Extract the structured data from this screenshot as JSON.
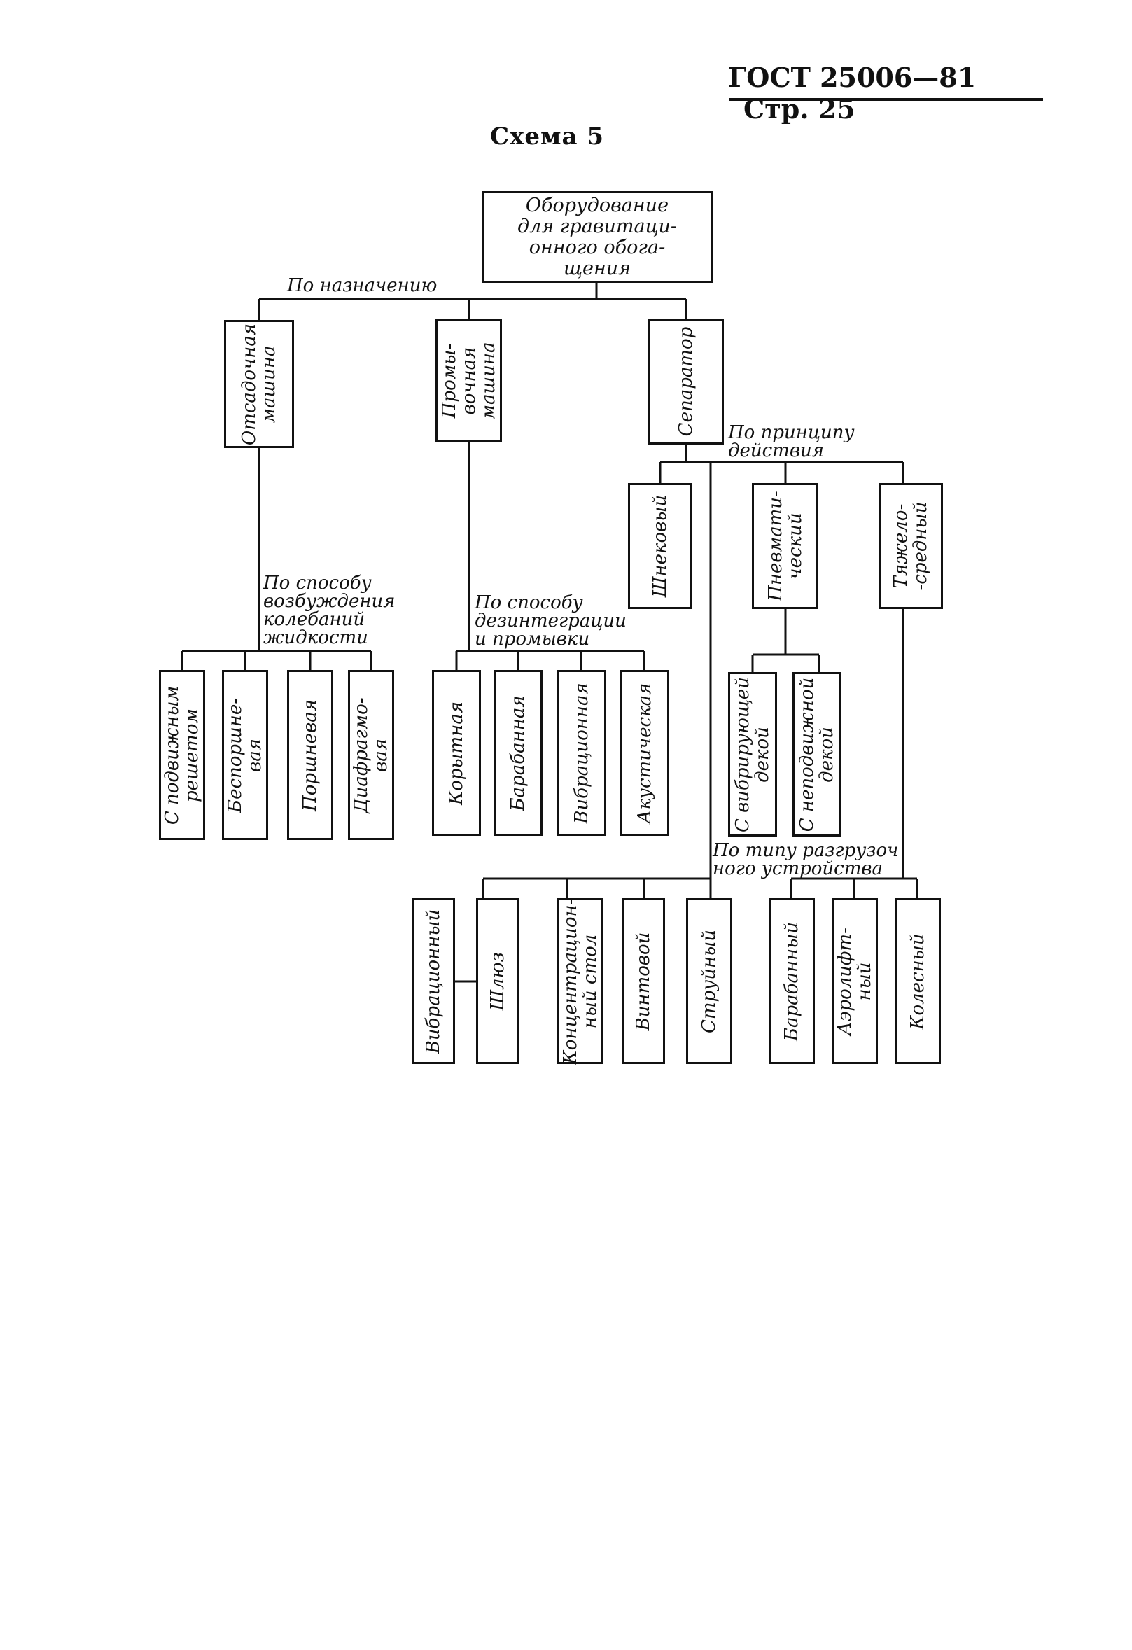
{
  "header": {
    "standard": "ГОСТ 25006—81",
    "page": "Стр. 25"
  },
  "scheme_title": "Схема 5",
  "root": "Оборудование\nдля гравитаци-\nонного обога-\nщения",
  "criteria": {
    "by_purpose": "По назначению",
    "by_action": "По принципу\nдействия",
    "by_excitation": "По способу\nвозбуждения\nколебаний\nжидкости",
    "by_disintegration": "По способу\nдезинтеграции\nи промывки",
    "by_unloading": "По типу разгрузоч\nного устройства"
  },
  "level1": {
    "jig": "Отсадочная\nмашина",
    "washer": "Промы-\nвочная\nмашина",
    "separator": "Сепаратор"
  },
  "separator_types": {
    "screw": "Шнековый",
    "pneumatic": "Пневмати-\nческий",
    "heavy_media": "Тяжело-\n-средный"
  },
  "jig_types": [
    "С подвижным\nрешетом",
    "Беспоршне-\nвая",
    "Поршневая",
    "Диафрагмо-\nвая"
  ],
  "washer_types": [
    "Корытная",
    "Барабанная",
    "Вибрационная",
    "Акустическая"
  ],
  "pneumatic_types": [
    "С вибрирующей\nдекой",
    "С неподвижной\nдекой"
  ],
  "bottom_left": [
    "Вибрационный",
    "Шлюз",
    "Концентрацион-\nный стол",
    "Винтовой",
    "Струйный"
  ],
  "unloading_types": [
    "Барабанный",
    "Аэролифт-\nный",
    "Колесный"
  ]
}
